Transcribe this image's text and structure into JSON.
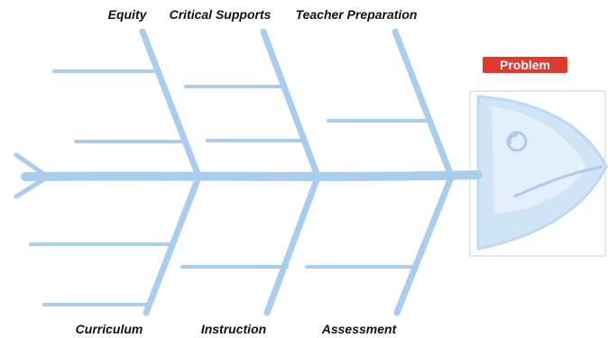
{
  "diagram": {
    "type": "fishbone",
    "head_label": "Problem",
    "colors": {
      "bone": "#a8cdee",
      "head_fill": "#cfe4f6",
      "head_inner": "#e6f2fb",
      "badge": "#e03a2f",
      "head_box_border": "#d0d0d0"
    },
    "categories_top": [
      "Equity",
      "Critical Supports",
      "Teacher Preparation"
    ],
    "categories_bottom": [
      "Curriculum",
      "Instruction",
      "Assessment"
    ]
  }
}
